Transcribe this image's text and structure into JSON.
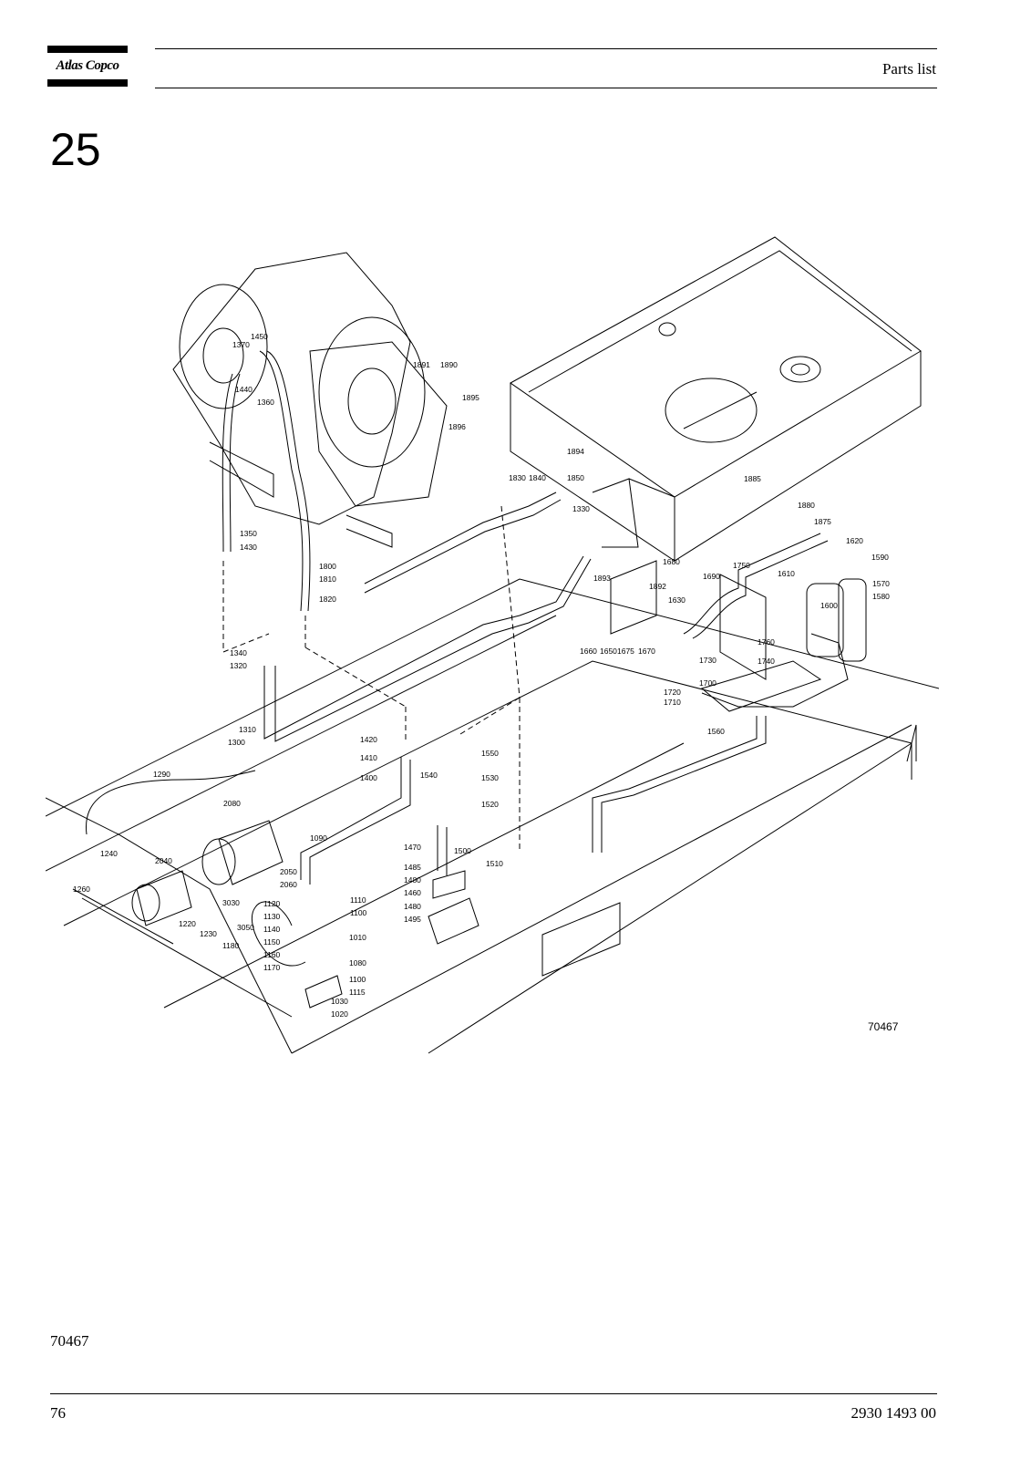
{
  "header": {
    "brand": "Atlas Copco",
    "title": "Parts list"
  },
  "chapter_number": "25",
  "drawing": {
    "drawing_number": "70467",
    "callouts": [
      "1450",
      "1370",
      "1440",
      "1360",
      "1891",
      "1890",
      "1895",
      "1896",
      "1894",
      "1830",
      "1840",
      "1850",
      "1330",
      "1885",
      "1880",
      "1875",
      "1620",
      "1590",
      "1570",
      "1580",
      "1600",
      "1610",
      "1750",
      "1680",
      "1690",
      "1892",
      "1893",
      "1630",
      "1660",
      "1650",
      "1675",
      "1670",
      "1760",
      "1740",
      "1730",
      "1700",
      "1720",
      "1710",
      "1560",
      "1350",
      "1430",
      "1800",
      "1810",
      "1820",
      "1340",
      "1320",
      "1310",
      "1300",
      "1290",
      "1420",
      "1410",
      "1400",
      "1540",
      "1550",
      "1530",
      "1520",
      "2080",
      "1240",
      "1260",
      "2040",
      "1090",
      "1470",
      "1500",
      "1510",
      "1485",
      "1480",
      "1460",
      "1480",
      "1495",
      "2050",
      "2060",
      "3030",
      "1220",
      "1230",
      "3050",
      "1180",
      "1110",
      "1120",
      "1100",
      "1130",
      "1140",
      "1150",
      "1160",
      "1170",
      "1010",
      "1080",
      "1100",
      "1115",
      "1030",
      "1020"
    ]
  },
  "figure_caption": "70467",
  "footer": {
    "page_number": "76",
    "document_number": "2930 1493 00"
  }
}
